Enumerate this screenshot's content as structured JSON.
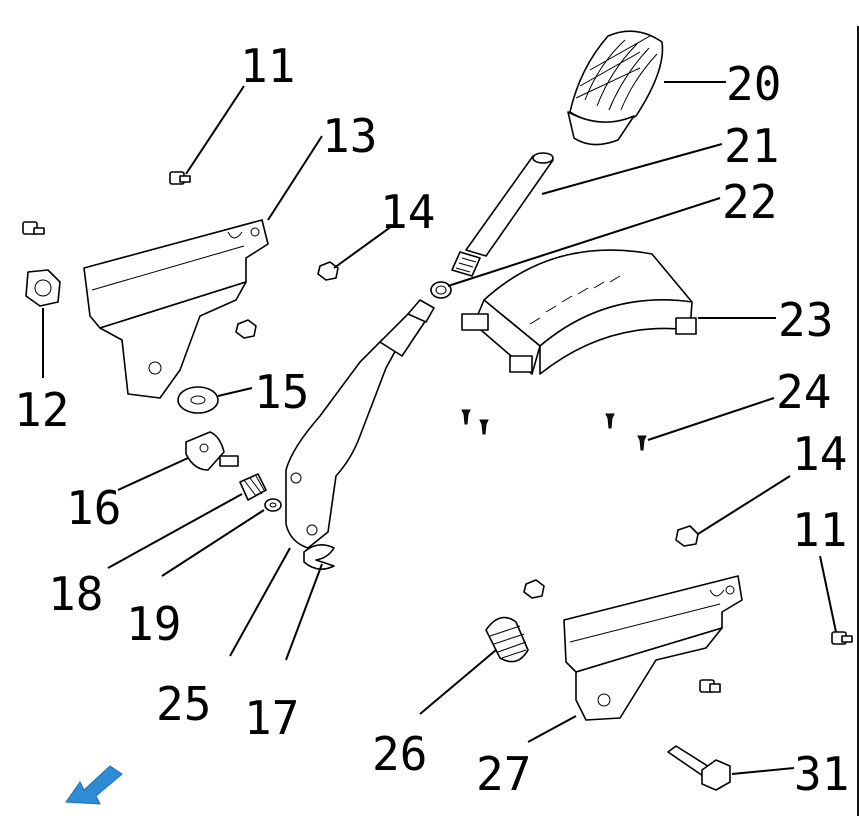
{
  "callouts": {
    "c11a": "11",
    "c13": "13",
    "c14a": "14",
    "c20": "20",
    "c21": "21",
    "c22": "22",
    "c23": "23",
    "c12": "12",
    "c15": "15",
    "c16": "16",
    "c18": "18",
    "c19": "19",
    "c25": "25",
    "c17": "17",
    "c24": "24",
    "c14b": "14",
    "c11b": "11",
    "c26": "26",
    "c27": "27",
    "c31": "31"
  },
  "colors": {
    "line": "#000000",
    "background": "#ffffff",
    "arrow": "#2e8bd6"
  },
  "icons": {
    "nav_arrow": "arrow-down-left-icon"
  }
}
